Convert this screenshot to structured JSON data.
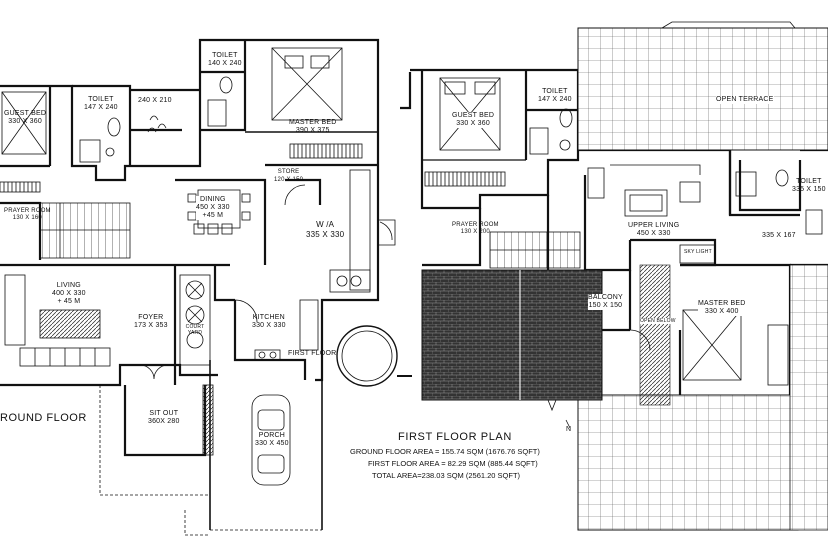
{
  "ground_floor": {
    "title": "ROUND FLOOR",
    "rooms": {
      "guest_bed": {
        "name": "GUEST BED",
        "size": "330 x 360"
      },
      "toilet1": {
        "name": "TOILET",
        "size": "147 x 240"
      },
      "toilet_mb": {
        "name": "TOILET",
        "size": "140 x 240"
      },
      "dress": {
        "size": "240 x 210"
      },
      "master_bed": {
        "name": "MASTER BED",
        "size": "390 x 375"
      },
      "dining": {
        "name": "DINING",
        "size": "450 x 330",
        "extra": "+45 M"
      },
      "store": {
        "name": "STORE",
        "size": "120 X 150"
      },
      "wa": {
        "name": "W /A",
        "size": "335 x 330"
      },
      "prayer": {
        "name": "PRAYER ROOM",
        "size": "130 X 160"
      },
      "living": {
        "name": "LIVING",
        "size": "400 x 330",
        "extra": "+ 45 M"
      },
      "foyer": {
        "name": "FOYER",
        "size": "173 x 353"
      },
      "court": {
        "name": "COURT YARD"
      },
      "kitchen": {
        "name": "KITCHEN",
        "size": "330 x 330"
      },
      "sitout": {
        "name": "SIT OUT",
        "size": "360x 280"
      },
      "porch": {
        "name": "PORCH",
        "size": "330 x 450"
      }
    }
  },
  "first_floor_note": "FIRST FLOOR",
  "first_floor": {
    "title": "FIRST FLOOR PLAN",
    "rooms": {
      "guest_bed": {
        "name": "GUEST BED",
        "size": "330 x 360"
      },
      "toilet": {
        "name": "TOILET",
        "size": "147 x 240"
      },
      "open_terrace": {
        "name": "OPEN TERRACE"
      },
      "toilet2": {
        "name": "TOILET",
        "size": "335 x 150"
      },
      "prayer": {
        "name": "PRAYER ROOM",
        "size": "130 X 200"
      },
      "upper_living": {
        "name": "UPPER LIVING",
        "size": "450 X 330"
      },
      "dress2": {
        "size": "335 x 167"
      },
      "skylight": {
        "name": "SKY LIGHT"
      },
      "balcony": {
        "name": "BALCONY",
        "size": "150 x 150"
      },
      "master_bed": {
        "name": "MASTER BED",
        "size": "330 x 400"
      },
      "open_below": {
        "name": "OPEN BELOW"
      }
    }
  },
  "areas": {
    "ground": "GROUND FLOOR AREA = 155.74 SQM (1676.76 SQFT)",
    "first": "FIRST FLOOR AREA = 82.29 SQM (885.44 SQFT)",
    "total": "TOTAL AREA=238.03 SQM (2561.20 SQFT)"
  },
  "north_mark": "N"
}
